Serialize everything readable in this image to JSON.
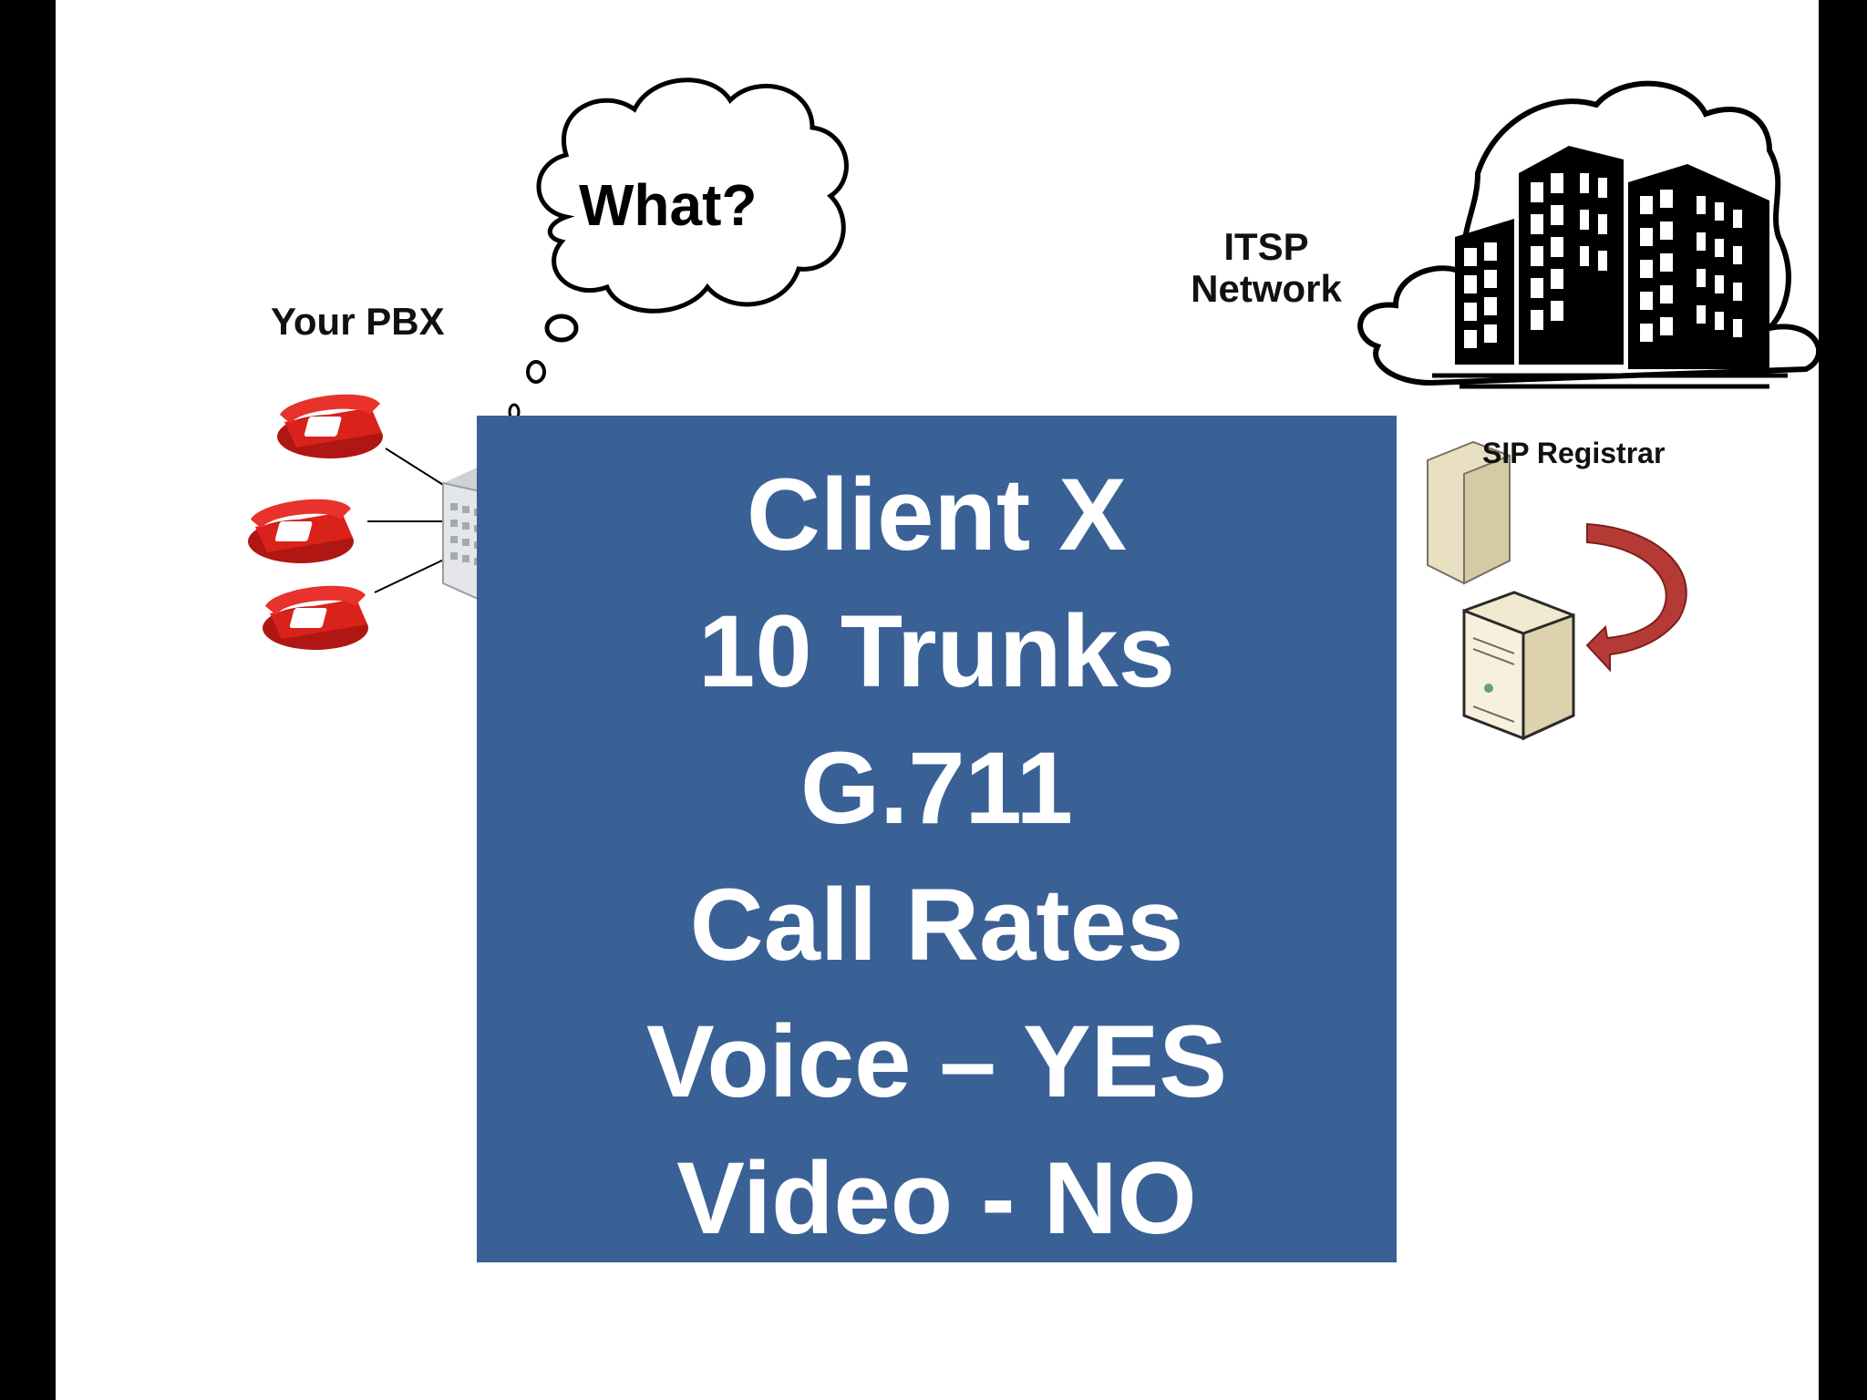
{
  "diagram": {
    "thought_bubble": "What?",
    "pbx_label": "Your PBX",
    "itsp_label_line1": "ITSP",
    "itsp_label_line2": "Network",
    "sip_registrar_label": "SIP Registrar"
  },
  "info_box": {
    "lines": [
      "Client X",
      "10 Trunks",
      "G.711",
      "Call Rates",
      "Voice – YES",
      "Video - NO"
    ]
  },
  "colors": {
    "box_fill": "#3a6195",
    "box_text": "#ffffff",
    "phone_red": "#d9221c",
    "arrow_red": "#b53a36",
    "server_beige": "#e9dfc2"
  }
}
